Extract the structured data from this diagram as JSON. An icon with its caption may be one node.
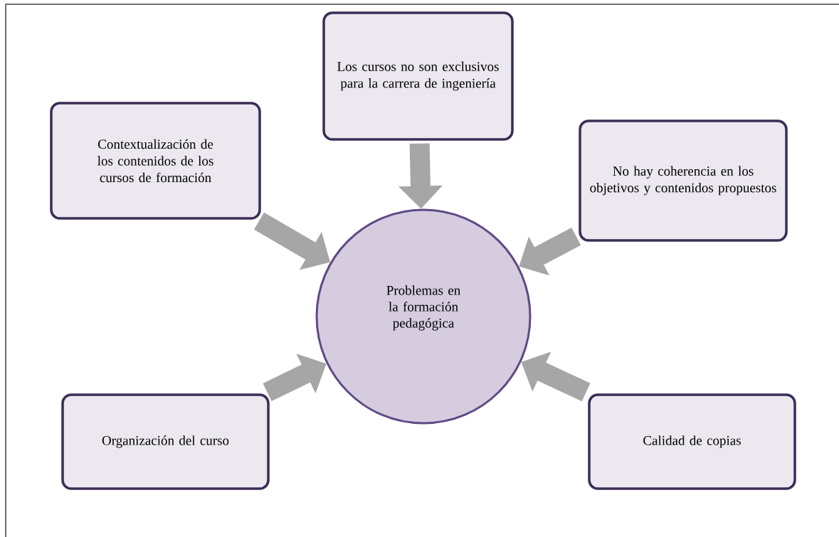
{
  "diagram": {
    "nodes": [
      {
        "text": [
          "Problemas en la formación pedagógica"
        ]
      },
      {
        "text": [
          "Contextualización de los contenidos de los cursos de formación"
        ]
      },
      {
        "text": [
          "Los cursos no son exclusivos para la carrera de ingeniería"
        ]
      },
      {
        "text": [
          "No hay coherencia en los objetivos y contenidos propuestos"
        ]
      },
      {
        "text": [
          "Organización del curso"
        ]
      },
      {
        "text": [
          "Calidad de copias"
        ]
      }
    ],
    "edges": [
      {
        "from": 1,
        "to": 0,
        "arrow": "to"
      },
      {
        "from": 2,
        "to": 0,
        "arrow": "to"
      },
      {
        "from": 3,
        "to": 0,
        "arrow": "to"
      },
      {
        "from": 4,
        "to": 0,
        "arrow": "to"
      },
      {
        "from": 5,
        "to": 0,
        "arrow": "to"
      }
    ]
  }
}
